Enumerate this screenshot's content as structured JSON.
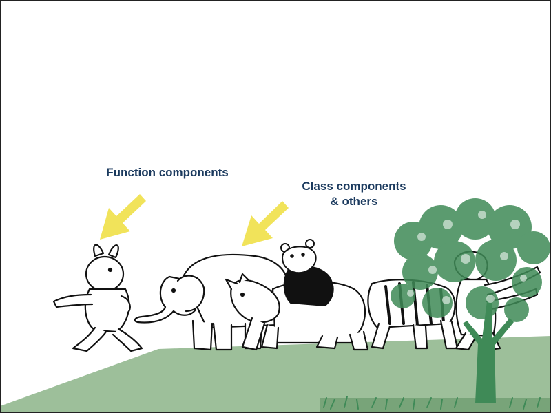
{
  "labels": {
    "function_components": "Function components",
    "class_components_line1": "Class components",
    "class_components_line2": "& others"
  },
  "colors": {
    "arrow": "#f1e35a",
    "ground": "#9dbf9a",
    "ground_dark": "#6f9d70",
    "tree": "#3f8a57",
    "text": "#1b3a5e",
    "outline": "#111111"
  },
  "icons": {
    "rabbit": "rabbit-icon",
    "elephant": "elephant-icon",
    "rhino": "rhino-icon",
    "bear": "bear-icon",
    "tiger": "tiger-icon",
    "monkey": "monkey-icon",
    "tree": "tree-icon"
  }
}
